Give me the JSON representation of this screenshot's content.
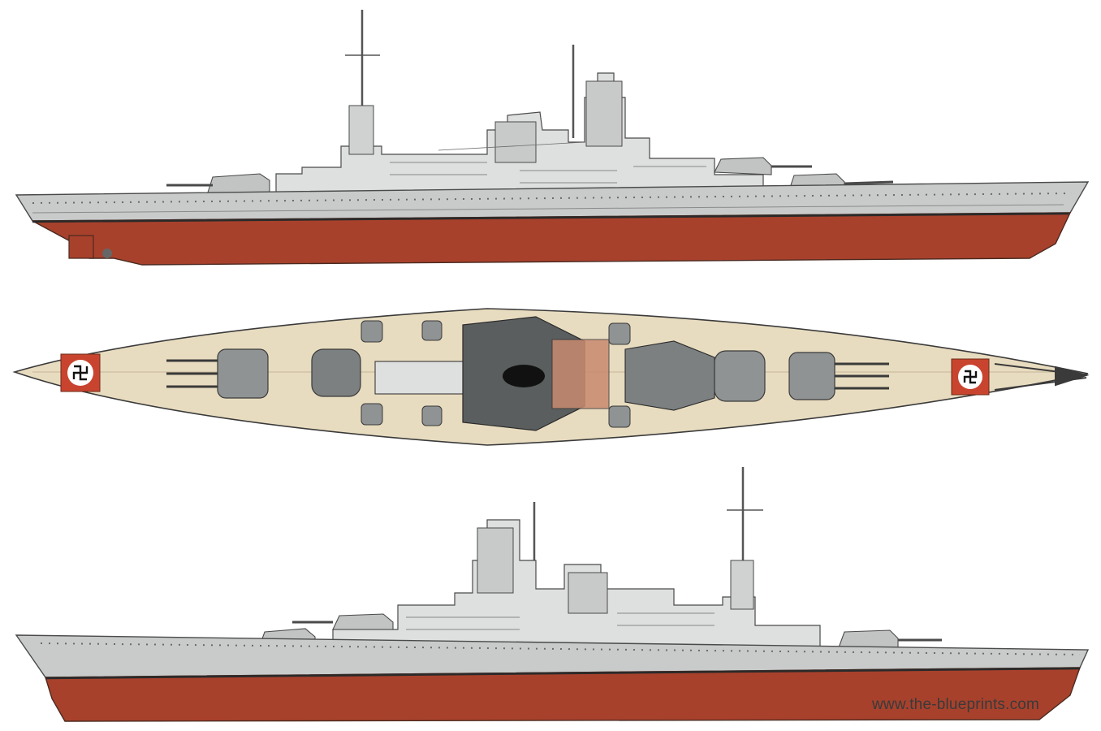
{
  "watermark": {
    "text": "www.the-blueprints.com"
  },
  "colors": {
    "hull_grey": "#c9cbcb",
    "hull_red": "#a8412c",
    "deck_tan": "#e8dcc0",
    "turret_grey": "#8f9393",
    "dark_grey": "#5a5e5e",
    "superstructure_light": "#dedfdf",
    "flag_red": "#c9442e"
  },
  "views": [
    {
      "name": "starboard-profile"
    },
    {
      "name": "deck-plan"
    },
    {
      "name": "port-profile"
    }
  ]
}
